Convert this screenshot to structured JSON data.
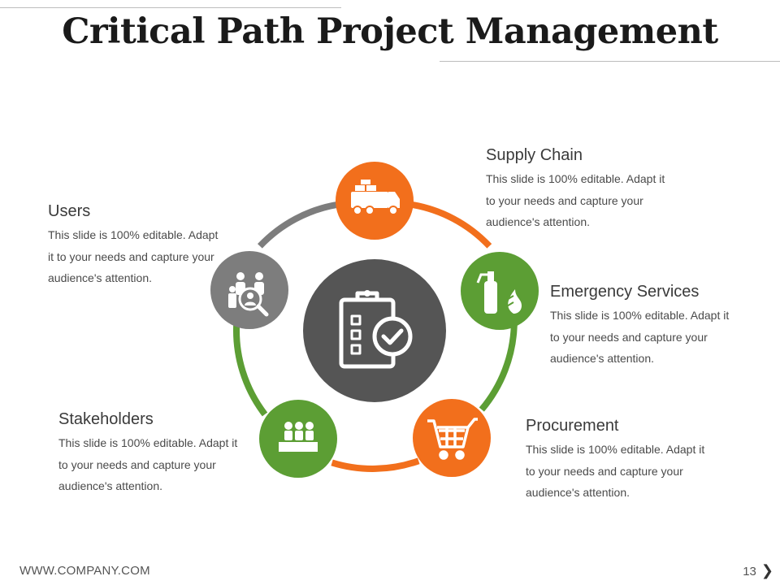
{
  "title": "Critical Path Project Management",
  "colors": {
    "orange": "#f26f1c",
    "green": "#5c9e34",
    "gray": "#7d7d7d",
    "dark": "#555555"
  },
  "center": {
    "icon": "clipboard-checklist-icon"
  },
  "items": [
    {
      "label": "Supply Chain",
      "text": [
        "This slide is 100% editable. Adapt it",
        "to your needs and capture your",
        "audience's attention."
      ],
      "icon": "truck-cargo-icon",
      "color": "orange"
    },
    {
      "label": "Emergency Services",
      "text": [
        "This slide is 100% editable. Adapt it",
        "to your needs and capture your",
        "audience's attention."
      ],
      "icon": "fire-extinguisher-icon",
      "color": "green"
    },
    {
      "label": "Procurement",
      "text": [
        "This slide is 100% editable. Adapt it",
        "to your needs and capture your",
        "audience's attention."
      ],
      "icon": "shopping-cart-icon",
      "color": "orange"
    },
    {
      "label": "Stakeholders",
      "text": [
        "This slide is 100% editable. Adapt it",
        "to your needs and capture your",
        "audience's attention."
      ],
      "icon": "meeting-people-icon",
      "color": "green"
    },
    {
      "label": "Users",
      "text": [
        "This slide is 100% editable. Adapt",
        "it to your needs and capture your",
        "audience's attention."
      ],
      "icon": "user-search-icon",
      "color": "gray"
    }
  ],
  "footer": {
    "website": "WWW.COMPANY.COM",
    "page_number": "13",
    "next_glyph": "❯"
  }
}
